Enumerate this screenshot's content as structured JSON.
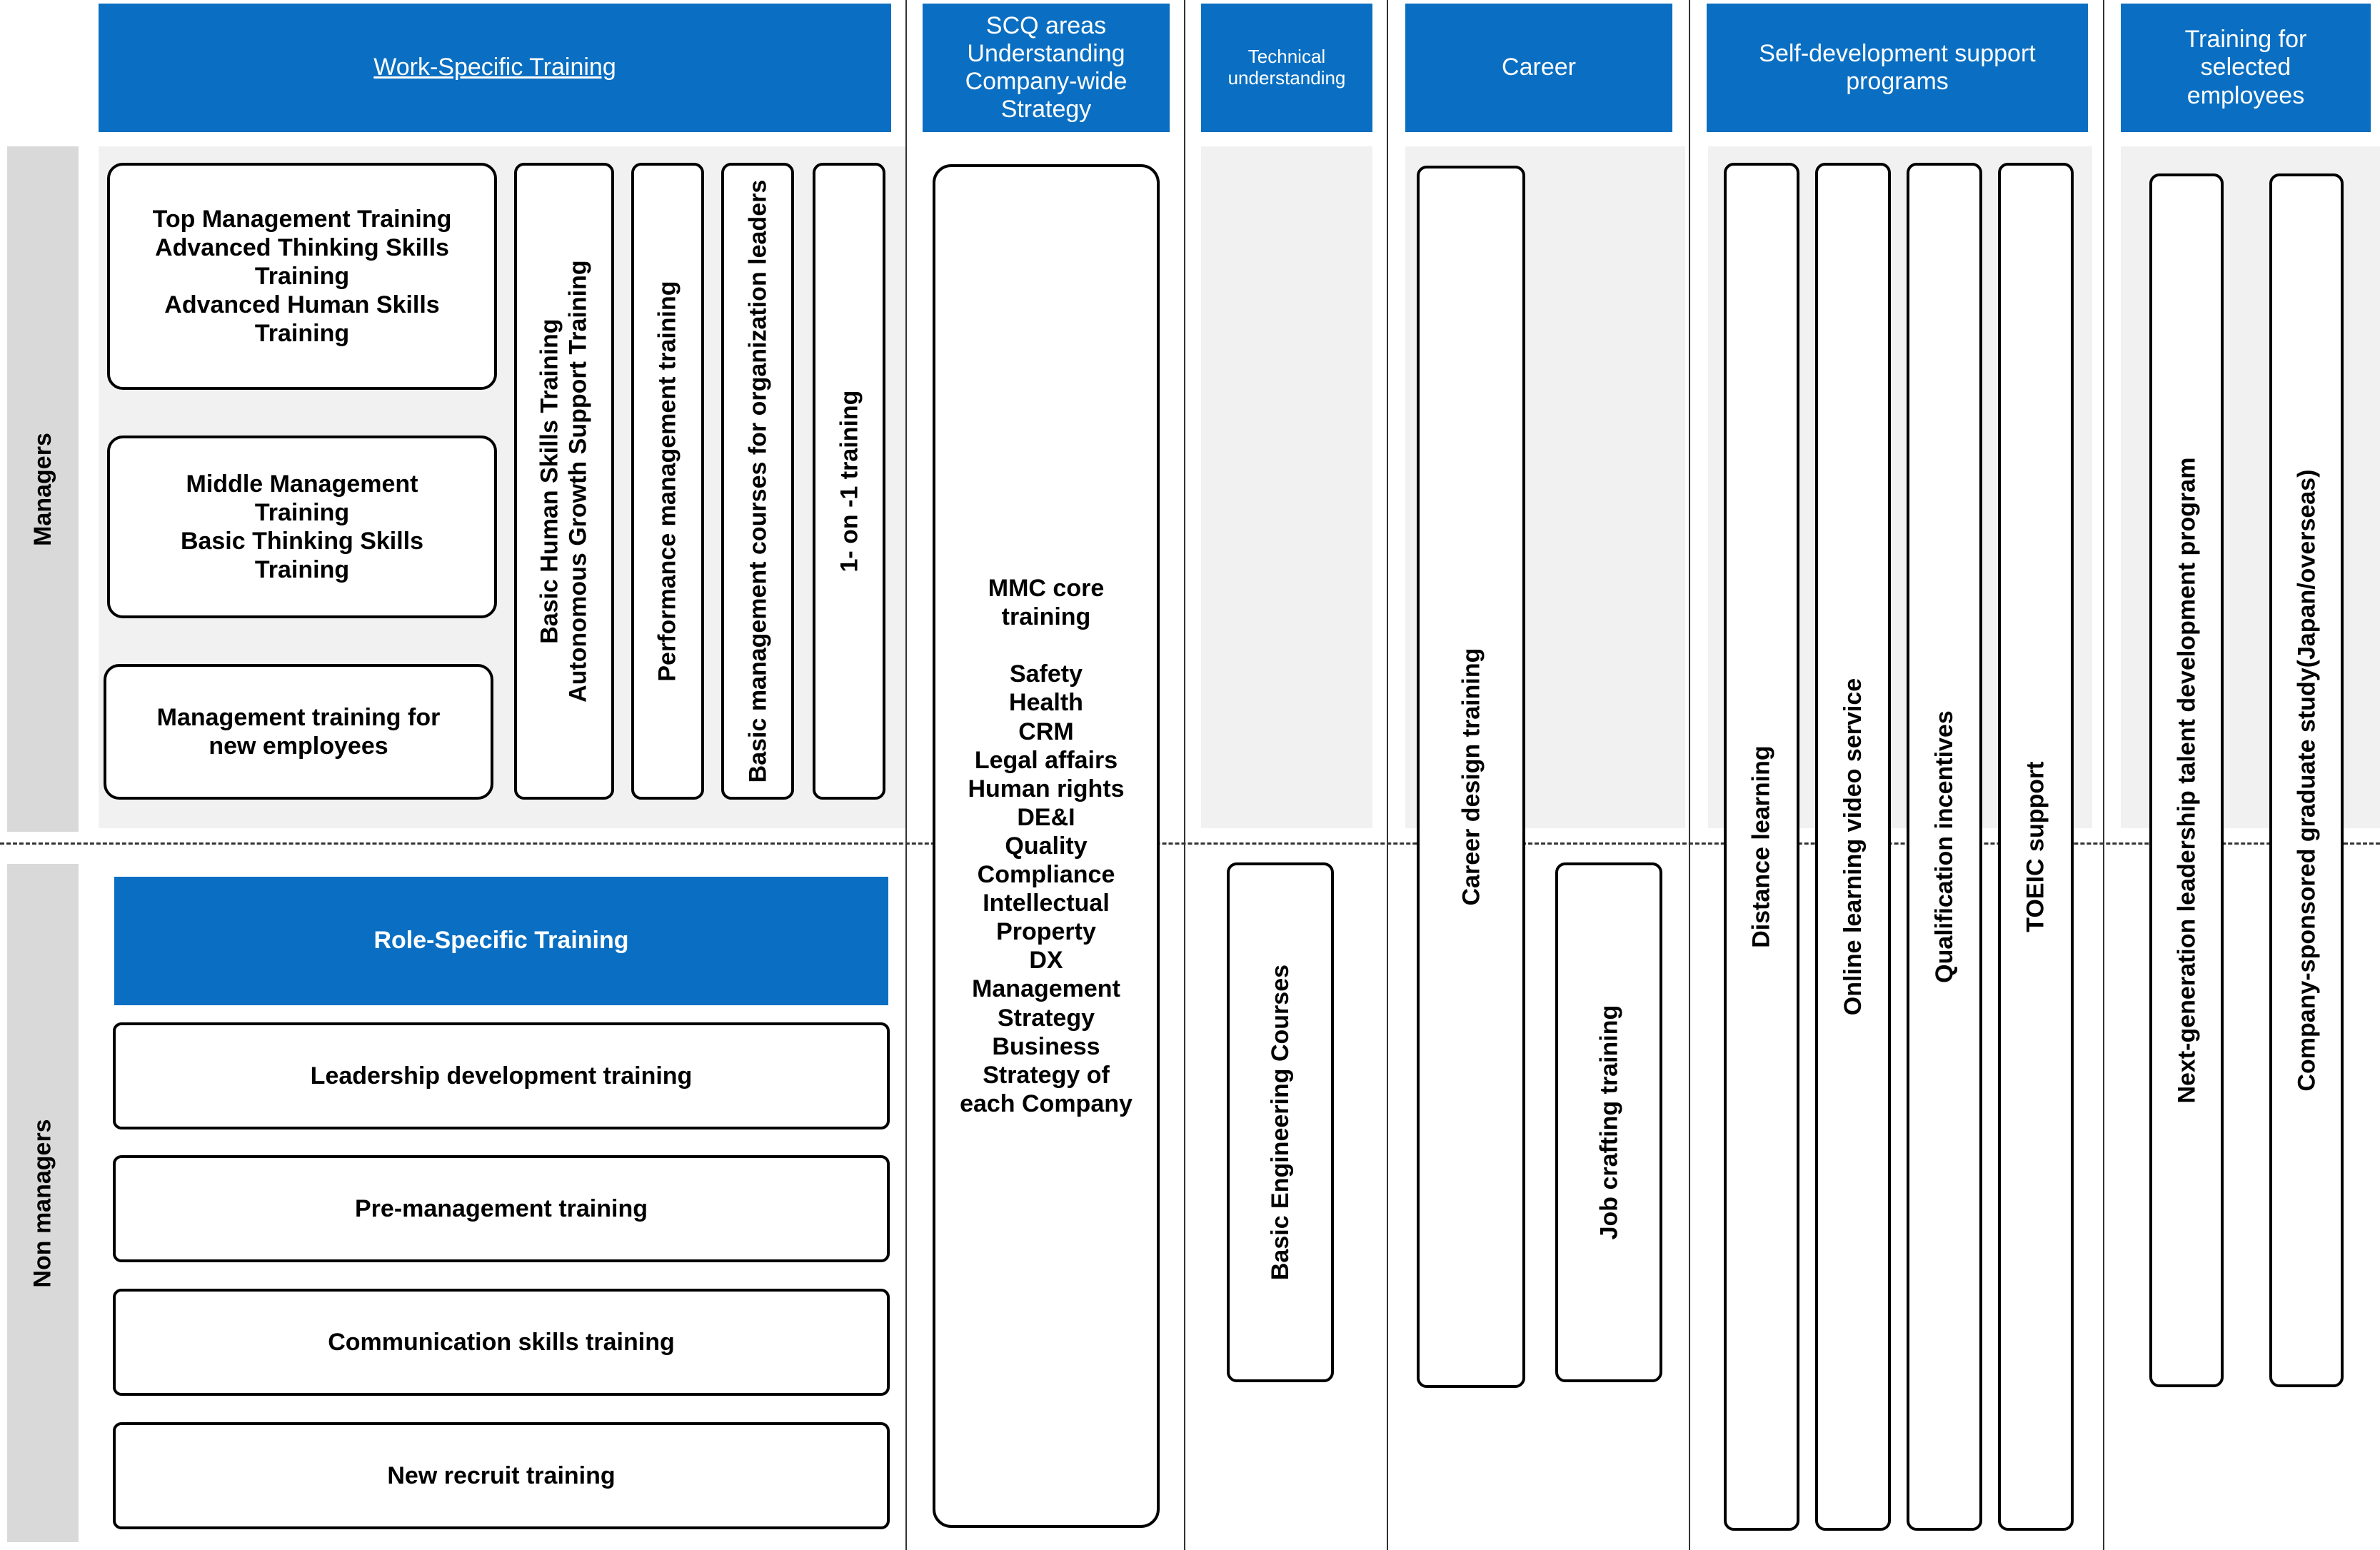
{
  "headers": {
    "work_specific": "Work-Specific Training",
    "scq": [
      "SCQ areas",
      "Understanding",
      "Company-wide",
      "Strategy"
    ],
    "technical": [
      "Technical",
      "understanding"
    ],
    "career": "Career",
    "self_development": [
      "Self-development support",
      "programs"
    ],
    "selected": [
      "Training for",
      "selected",
      "employees"
    ]
  },
  "side_labels": {
    "managers": "Managers",
    "non_managers": "Non managers"
  },
  "managers_work": {
    "top_management": [
      "Top Management Training",
      "Advanced Thinking Skills",
      "Training",
      "Advanced Human Skills",
      "Training"
    ],
    "middle_management": [
      "Middle Management",
      "Training",
      "Basic Thinking Skills",
      "Training"
    ],
    "new_employees": [
      "Management training for",
      "new employees"
    ],
    "basic_human_skills": [
      "Basic Human Skills Training",
      "Autonomous Growth Support Training"
    ],
    "performance": "Performance management training",
    "basic_management": "Basic management courses for organization leaders",
    "one_on_one": "1- on -1 training"
  },
  "role_specific": {
    "header": "Role-Specific Training",
    "items": [
      "Leadership development training",
      "Pre-management training",
      "Communication skills training",
      "New recruit training"
    ]
  },
  "scq_box": {
    "title": [
      "MMC core",
      "training"
    ],
    "items": [
      "Safety",
      "Health",
      "CRM",
      "Legal affairs",
      "Human rights",
      "DE&I",
      "Quality",
      "Compliance",
      "Intellectual",
      "Property",
      "DX",
      "Management",
      "Strategy",
      "Business",
      "Strategy of",
      "each Company"
    ]
  },
  "technical_box": "Basic Engineering Courses",
  "career_boxes": {
    "career_design": "Career design training",
    "job_crafting": "Job crafting training"
  },
  "self_dev_boxes": [
    "Distance learning",
    "Online learning video service",
    "Qualification incentives",
    "TOEIC support"
  ],
  "selected_boxes": [
    "Next-generation leadership talent development program",
    "Company-sponsored graduate study(Japan/overseas)"
  ],
  "colors": {
    "header_blue": "#0a6fc2",
    "grey_band": "#f1f1f1",
    "side_label_grey": "#d9d9d9"
  }
}
